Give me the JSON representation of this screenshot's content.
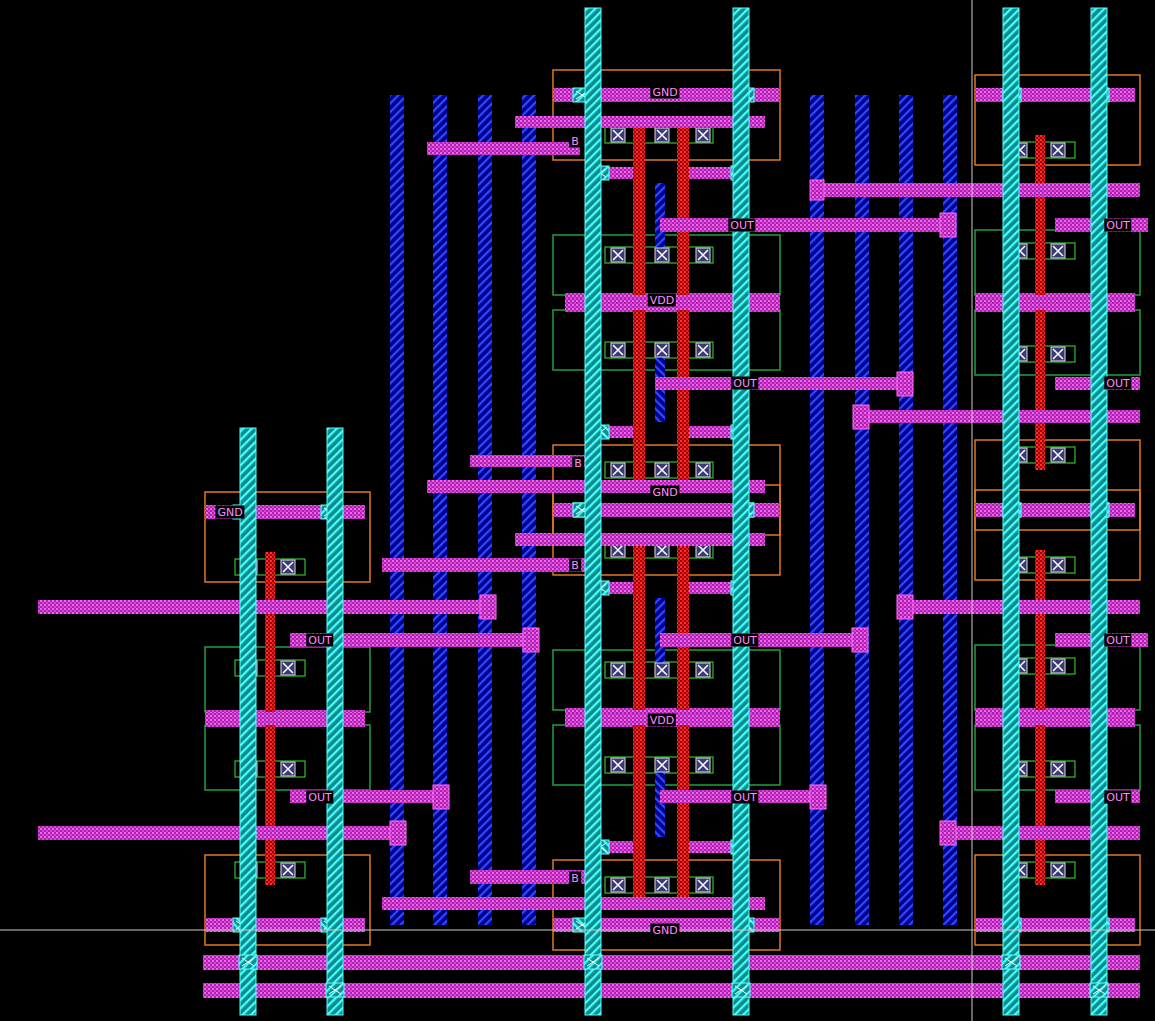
{
  "diagram": {
    "labels": [
      "GND",
      "B",
      "OUT",
      "VDD",
      "OUT",
      "B",
      "GND",
      "B",
      "OUT",
      "VDD",
      "OUT",
      "B",
      "GND",
      "OUT",
      "OUT",
      "OUT",
      "OUT",
      "GND",
      "OUT",
      "OUT"
    ]
  }
}
